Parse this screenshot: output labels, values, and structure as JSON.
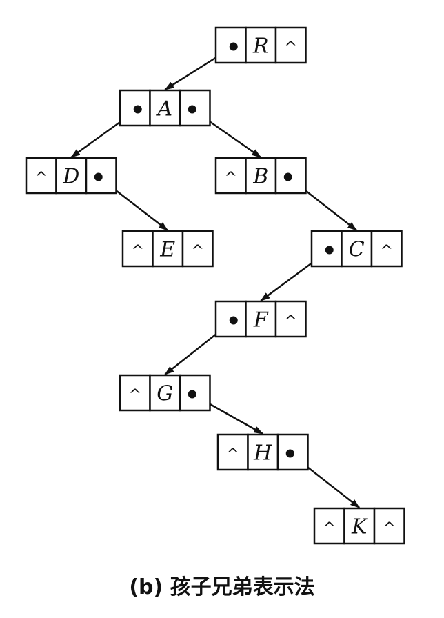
{
  "caption": "(b) 孩子兄弟表示法",
  "null_symbol": "^",
  "nodes": [
    {
      "id": "R",
      "label": "R",
      "first_child": "A",
      "next_sibling": null
    },
    {
      "id": "A",
      "label": "A",
      "first_child": "D",
      "next_sibling": "B"
    },
    {
      "id": "D",
      "label": "D",
      "first_child": null,
      "next_sibling": "E"
    },
    {
      "id": "B",
      "label": "B",
      "first_child": null,
      "next_sibling": "C"
    },
    {
      "id": "E",
      "label": "E",
      "first_child": null,
      "next_sibling": null
    },
    {
      "id": "C",
      "label": "C",
      "first_child": "F",
      "next_sibling": null
    },
    {
      "id": "F",
      "label": "F",
      "first_child": "G",
      "next_sibling": null
    },
    {
      "id": "G",
      "label": "G",
      "first_child": null,
      "next_sibling": "H"
    },
    {
      "id": "H",
      "label": "H",
      "first_child": null,
      "next_sibling": "K"
    },
    {
      "id": "K",
      "label": "K",
      "first_child": null,
      "next_sibling": null
    }
  ]
}
